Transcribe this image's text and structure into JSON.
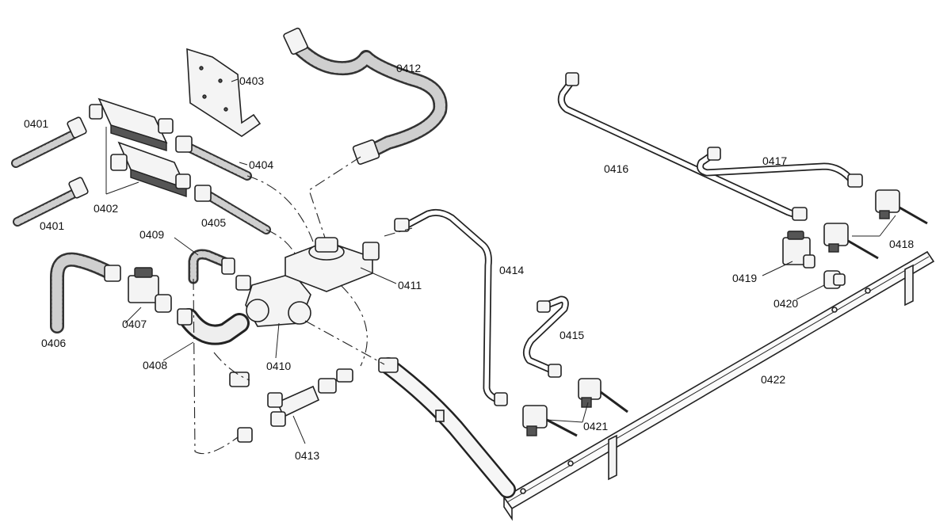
{
  "labels": {
    "p0401a": "0401",
    "p0401b": "0401",
    "p0402": "0402",
    "p0403": "0403",
    "p0404": "0404",
    "p0405": "0405",
    "p0406": "0406",
    "p0407": "0407",
    "p0408": "0408",
    "p0409": "0409",
    "p0410": "0410",
    "p0411": "0411",
    "p0412": "0412",
    "p0413": "0413",
    "p0414": "0414",
    "p0415": "0415",
    "p0416": "0416",
    "p0417": "0417",
    "p0418": "0418",
    "p0419": "0419",
    "p0420": "0420",
    "p0421": "0421",
    "p0422": "0422"
  }
}
